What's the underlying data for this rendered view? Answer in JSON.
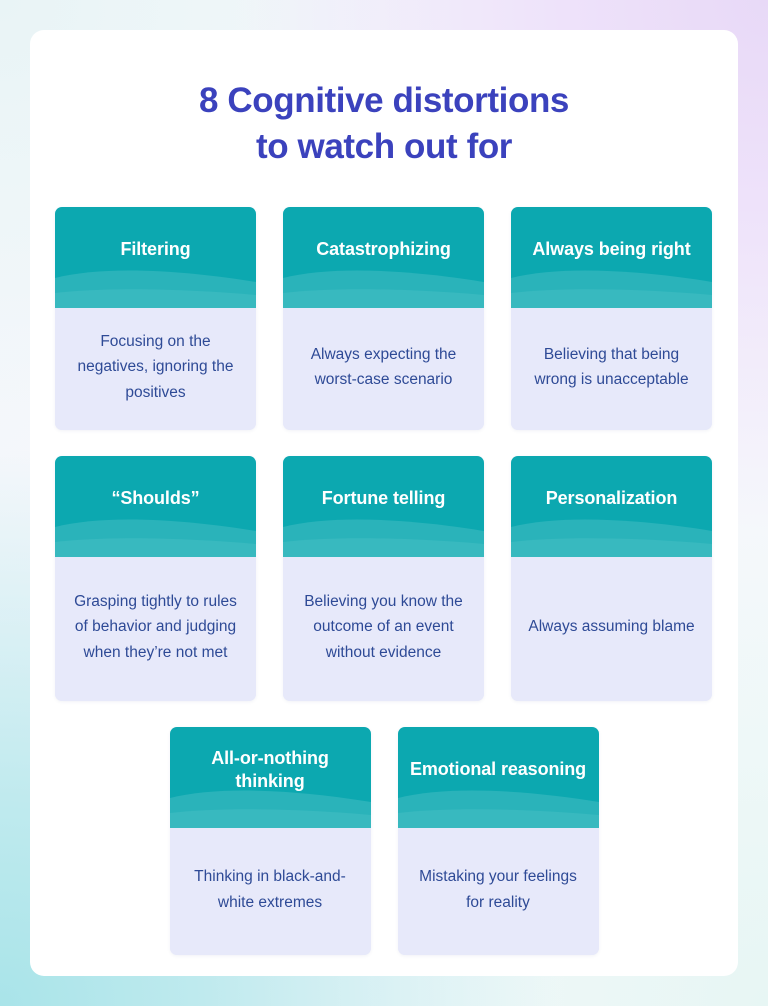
{
  "poster": {
    "title_line_1": "8 Cognitive distortions",
    "title_line_2": "to watch out for",
    "colors": {
      "title": "#3B42BD",
      "card_header": "#0CA8B0",
      "card_header_wave": "#2FB7BD",
      "card_body": "#E7E9FA",
      "body_text": "#2E4A96",
      "panel": "#FFFFFF"
    }
  },
  "cards": [
    {
      "title": "Filtering",
      "description": "Focusing on the negatives, ignoring the positives"
    },
    {
      "title": "Catastrophizing",
      "description": "Always expecting the worst-case scenario"
    },
    {
      "title": "Always being right",
      "description": "Believing that being wrong is unacceptable"
    },
    {
      "title": "“Shoulds”",
      "description": "Grasping tightly to rules of behavior and judging when they’re not met"
    },
    {
      "title": "Fortune telling",
      "description": "Believing you know the outcome of an event without evidence"
    },
    {
      "title": "Personalization",
      "description": "Always assuming blame"
    },
    {
      "title": "All-or-nothing thinking",
      "description": "Thinking in black-and-white extremes"
    },
    {
      "title": "Emotional reasoning",
      "description": "Mistaking your feelings for reality"
    }
  ]
}
